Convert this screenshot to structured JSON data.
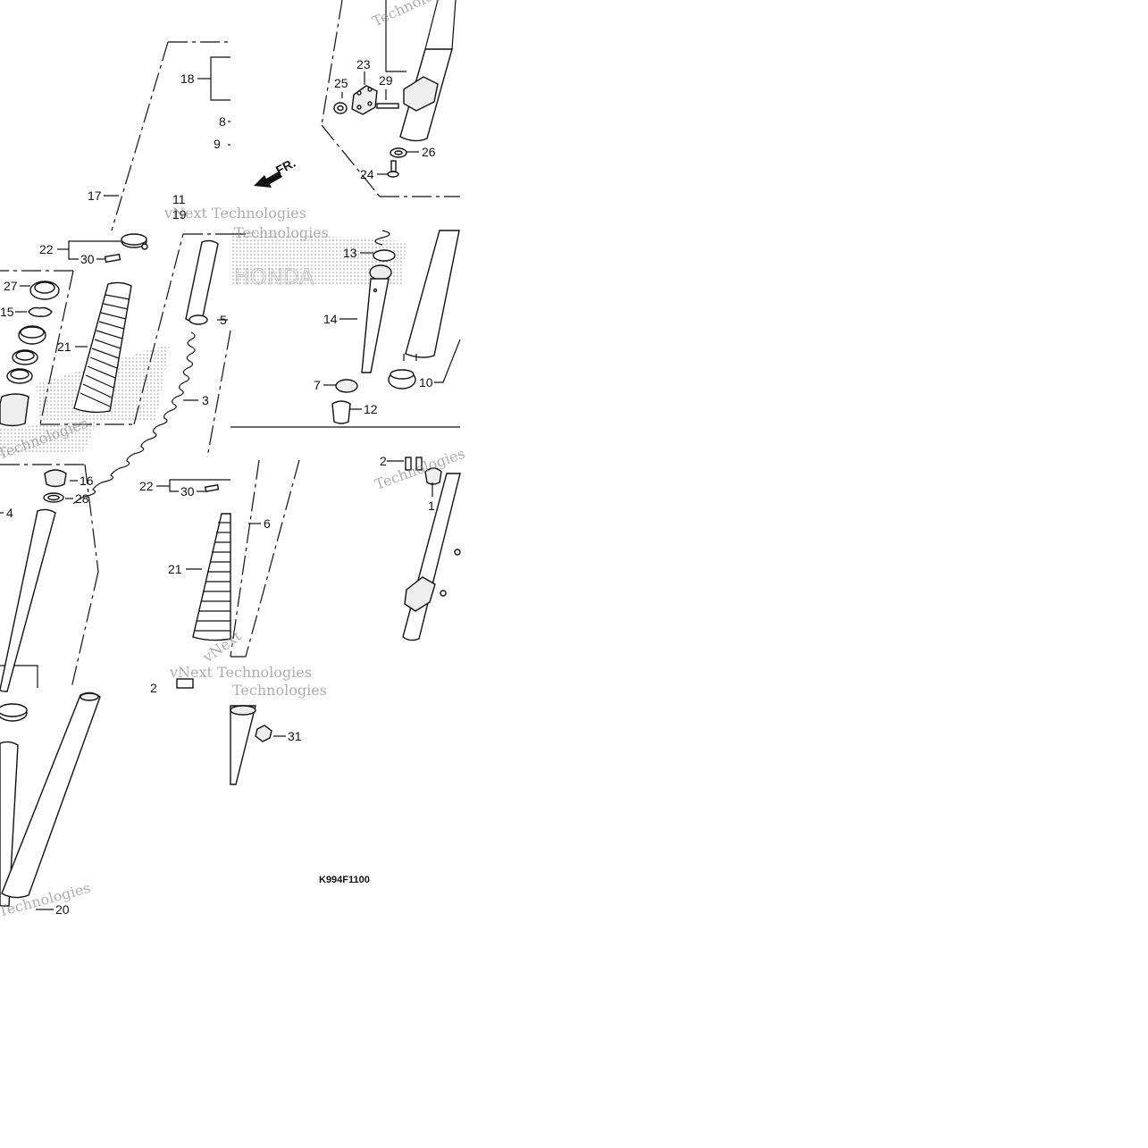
{
  "diagram": {
    "code": "K994F1100",
    "front_marker": "FR.",
    "watermarks": [
      "Technologies",
      "vNext Technologies",
      "vNext",
      "HONDA"
    ],
    "labels": [
      "1",
      "2",
      "3",
      "4",
      "5",
      "6",
      "7",
      "8",
      "9",
      "10",
      "11",
      "12",
      "13",
      "14",
      "15",
      "16",
      "17",
      "18",
      "19",
      "20",
      "21",
      "22",
      "23",
      "24",
      "25",
      "26",
      "27",
      "28",
      "29",
      "30",
      "31"
    ]
  },
  "colors": {
    "ink": "#111111",
    "watermark": "#8a8a8a",
    "background": "#ffffff"
  }
}
